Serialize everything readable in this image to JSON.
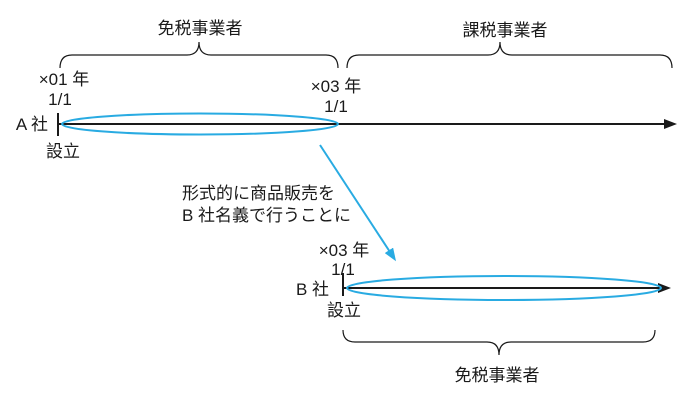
{
  "colors": {
    "blue": "#29abe2",
    "black": "#1a1a1a"
  },
  "top": {
    "exempt_label": "免税事業者",
    "taxable_label": "課税事業者"
  },
  "company_a": {
    "name": "A 社",
    "founding_year": "×01 年",
    "founding_date": "1/1",
    "founding_note": "設立",
    "switch_year": "×03 年",
    "switch_date": "1/1"
  },
  "annotation": {
    "line1": "形式的に商品販売を",
    "line2": "B 社名義で行うことに"
  },
  "company_b": {
    "name": "B 社",
    "founding_year": "×03 年",
    "founding_date": "1/1",
    "founding_note": "設立"
  },
  "bottom": {
    "exempt_label": "免税事業者"
  }
}
